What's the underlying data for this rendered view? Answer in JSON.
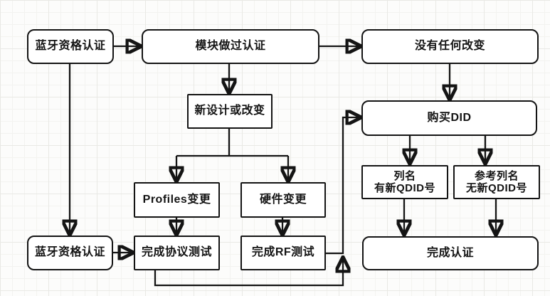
{
  "diagram": {
    "type": "flowchart",
    "topic": "蓝牙资格认证",
    "colors": {
      "stroke": "#141414",
      "node_fill": "#ffffff",
      "canvas": "#fcfcfb",
      "grid_minor": "#f3f3f0",
      "grid_major": "#e9e9e5"
    },
    "nodes": {
      "bt_cert_top": {
        "label": "蓝牙资格认证"
      },
      "module_certified": {
        "label": "模块做过认证"
      },
      "no_change": {
        "label": "没有任何改变"
      },
      "new_design": {
        "label": "新设计或改变"
      },
      "profiles_change": {
        "label": "Profiles变更"
      },
      "hw_change": {
        "label": "硬件变更"
      },
      "protocol_test": {
        "label": "完成协议测试"
      },
      "rf_test": {
        "label": "完成RF测试"
      },
      "bt_cert_bottom": {
        "label": "蓝牙资格认证"
      },
      "buy_did": {
        "label": "购买DID"
      },
      "listed_new_qdid": {
        "line1": "列名",
        "line2": "有新QDID号"
      },
      "ref_no_qdid": {
        "line1": "参考列名",
        "line2": "无新QDID号"
      },
      "complete_cert": {
        "label": "完成认证"
      }
    },
    "edges": [
      {
        "from": "蓝牙资格认证(上)",
        "to": "模块做过认证"
      },
      {
        "from": "模块做过认证",
        "to": "没有任何改变"
      },
      {
        "from": "模块做过认证",
        "to": "新设计或改变"
      },
      {
        "from": "没有任何改变",
        "to": "购买DID"
      },
      {
        "from": "新设计或改变",
        "to": "Profiles变更"
      },
      {
        "from": "新设计或改变",
        "to": "硬件变更"
      },
      {
        "from": "Profiles变更",
        "to": "完成协议测试"
      },
      {
        "from": "硬件变更",
        "to": "完成RF测试"
      },
      {
        "from": "蓝牙资格认证(上)",
        "to": "蓝牙资格认证(下)"
      },
      {
        "from": "蓝牙资格认证(下)",
        "to": "完成协议测试"
      },
      {
        "from": "完成RF测试",
        "to": "购买DID"
      },
      {
        "from": "完成协议测试",
        "to": "购买DID"
      },
      {
        "from": "购买DID",
        "to": "列名 有新QDID号"
      },
      {
        "from": "购买DID",
        "to": "参考列名 无新QDID号"
      },
      {
        "from": "列名 有新QDID号",
        "to": "完成认证"
      },
      {
        "from": "参考列名 无新QDID号",
        "to": "完成认证"
      }
    ]
  }
}
